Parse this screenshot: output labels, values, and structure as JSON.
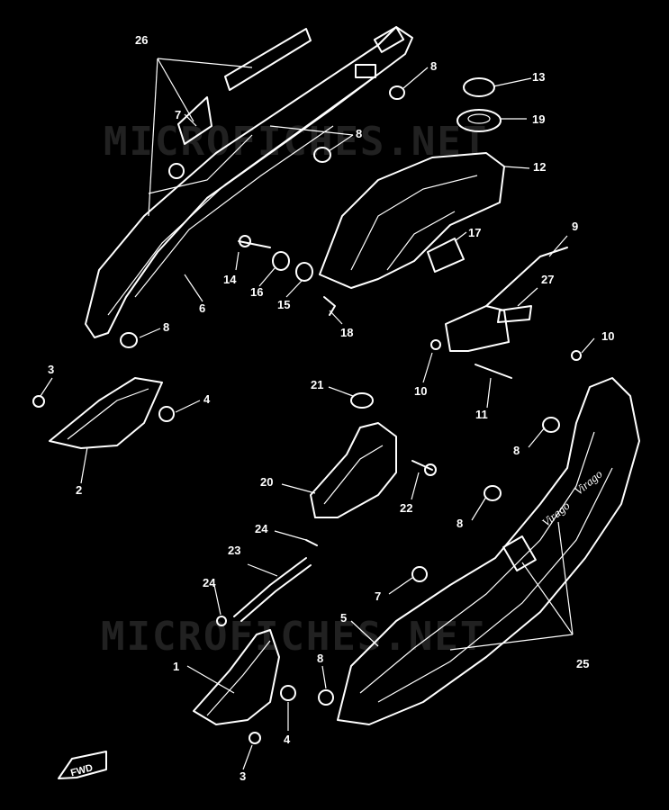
{
  "watermark": {
    "top": "MICROFICHES.NET",
    "bottom": "MICROFICHES.NET"
  },
  "fwd_label": "FWD",
  "decal_texts": {
    "script_a": "Virago",
    "script_b": "Virago"
  },
  "callouts": {
    "c26": "26",
    "c7a": "7",
    "c8a": "8",
    "c8b": "8",
    "c13": "13",
    "c19": "19",
    "c12": "12",
    "c17": "17",
    "c9": "9",
    "c14": "14",
    "c16": "16",
    "c15": "15",
    "c6": "6",
    "c8c": "8",
    "c18": "18",
    "c27": "27",
    "c10a": "10",
    "c10b": "10",
    "c3a": "3",
    "c4a": "4",
    "c2": "2",
    "c21": "21",
    "c11": "11",
    "c8d": "8",
    "c20": "20",
    "c22": "22",
    "c8e": "8",
    "c24a": "24",
    "c23": "23",
    "c24b": "24",
    "c7b": "7",
    "c5": "5",
    "c1": "1",
    "c8f": "8",
    "c4b": "4",
    "c3b": "3",
    "c25": "25"
  }
}
